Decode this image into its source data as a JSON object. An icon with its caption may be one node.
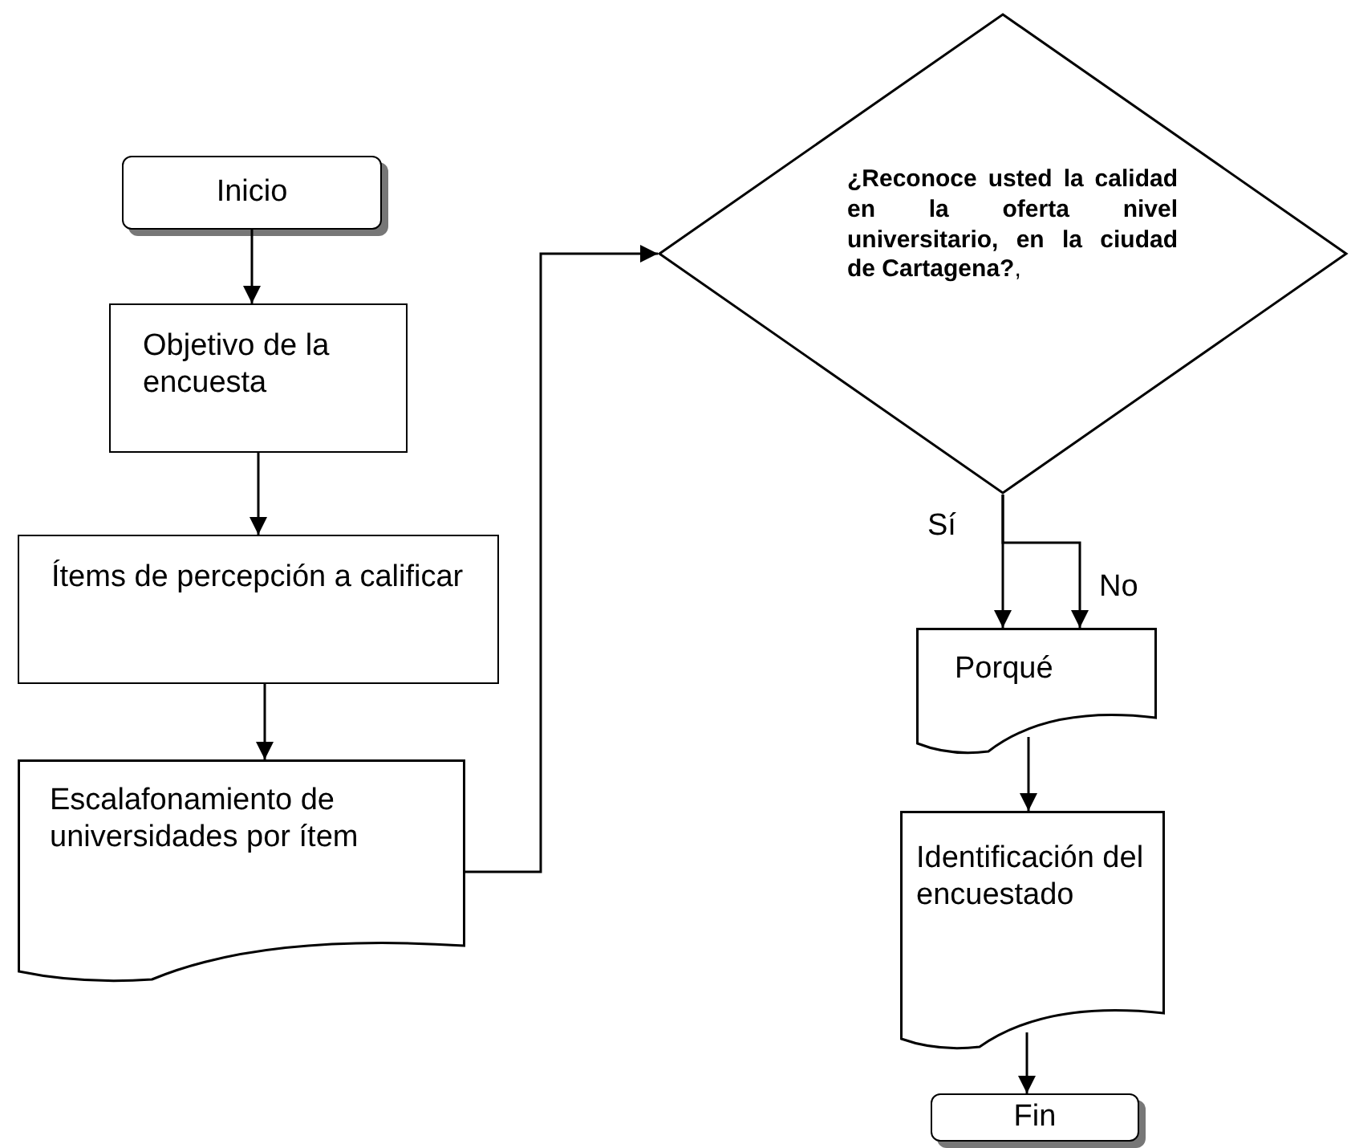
{
  "diagram": {
    "nodes": [
      {
        "text": [
          "Inicio"
        ]
      },
      {
        "text": [
          "Objetivo de la encuesta"
        ]
      },
      {
        "text": [
          "Ítems de percepción a calificar"
        ]
      },
      {
        "text": [
          "Escalafonamiento de universidades por ítem"
        ]
      },
      {
        "text": [
          "**¿Reconoce usted la calidad en la oferta nivel universitario, en la ciudad de Cartagena?**,"
        ]
      },
      {
        "text": [
          "Porqué"
        ]
      },
      {
        "text": [
          "Identificación del encuestado"
        ]
      },
      {
        "text": [
          "Fin"
        ]
      }
    ],
    "edges": [
      {
        "from": 0,
        "to": 1,
        "arrow": "to"
      },
      {
        "from": 1,
        "to": 2,
        "arrow": "to"
      },
      {
        "from": 2,
        "to": 3,
        "arrow": "to"
      },
      {
        "from": 3,
        "to": 4,
        "arrow": "to"
      },
      {
        "from": 4,
        "to": 5,
        "arrow": "to",
        "label": "Sí"
      },
      {
        "from": 4,
        "to": 5,
        "arrow": "to",
        "label": "No"
      },
      {
        "from": 5,
        "to": 6,
        "arrow": "to"
      },
      {
        "from": 6,
        "to": 7,
        "arrow": "to"
      }
    ]
  }
}
